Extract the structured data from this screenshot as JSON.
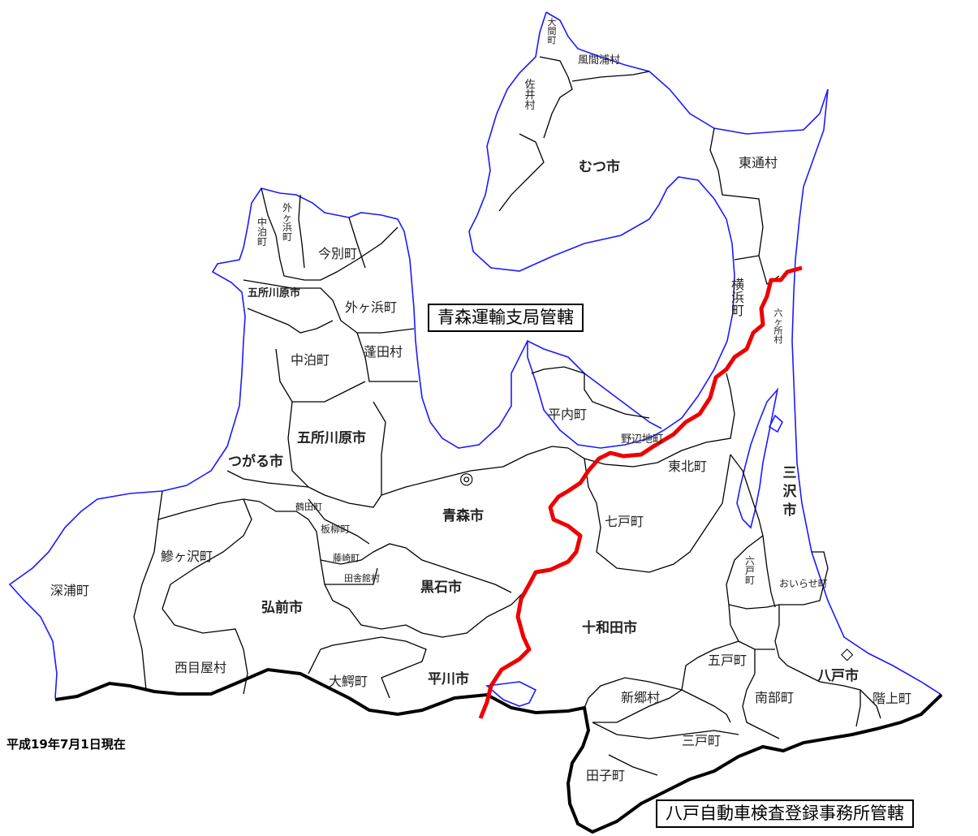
{
  "jurisdictions": {
    "aomori": "青森運輸支局管轄",
    "hachinohe": "八戸自動車検査登録事務所管轄"
  },
  "as_of": "平成19年7月1日現在",
  "symbols": {
    "capital": "◎",
    "office": "◇"
  },
  "municipalities": {
    "mutsu": "むつ市",
    "higashidori": "東通村",
    "oma": [
      "大",
      "間",
      "町"
    ],
    "kazamaura": "風間浦村",
    "sai": [
      "佐",
      "井",
      "村"
    ],
    "yokohama": [
      "横",
      "浜",
      "町"
    ],
    "rokkasho": [
      "六",
      "ヶ",
      "所",
      "村"
    ],
    "nakadomari_n": [
      "中",
      "泊",
      "町"
    ],
    "sotogahama_n": [
      "外",
      "ヶ",
      "浜",
      "町"
    ],
    "imabetsu": "今別町",
    "goshogawara_n": "五所川原市",
    "sotogahama": "外ヶ浜町",
    "nakadomari": "中泊町",
    "yomogita": "蓬田村",
    "hiranai": "平内町",
    "noheji": "野辺地町",
    "tohoku": "東北町",
    "misawa": [
      "三",
      "沢",
      "市"
    ],
    "goshogawara": "五所川原市",
    "tsugaru": "つがる市",
    "aomori": "青森市",
    "tsuruta": "鶴田町",
    "itayanagi": "板柳町",
    "fujisaki": "藤崎町",
    "inakadate": "田舎館村",
    "shichinohe": "七戸町",
    "ajigasawa": "鰺ヶ沢町",
    "fukaura": "深浦町",
    "hirosaki": "弘前市",
    "kuroishi": "黒石市",
    "rokunohe": [
      "六",
      "戸",
      "町"
    ],
    "oirase": "おいらせ町",
    "towada": "十和田市",
    "nishimeya": "西目屋村",
    "owani": "大鰐町",
    "hirakawa": "平川市",
    "gonohe": "五戸町",
    "hachinohe": "八戸市",
    "shingo": "新郷村",
    "nanbu": "南部町",
    "hashikami": "階上町",
    "sannohe": "三戸町",
    "takko": "田子町"
  },
  "colors": {
    "coast": "#1a1aff",
    "boundary": "#000000",
    "jurisdiction_line": "#ee0000",
    "prefecture_border": "#000000"
  }
}
